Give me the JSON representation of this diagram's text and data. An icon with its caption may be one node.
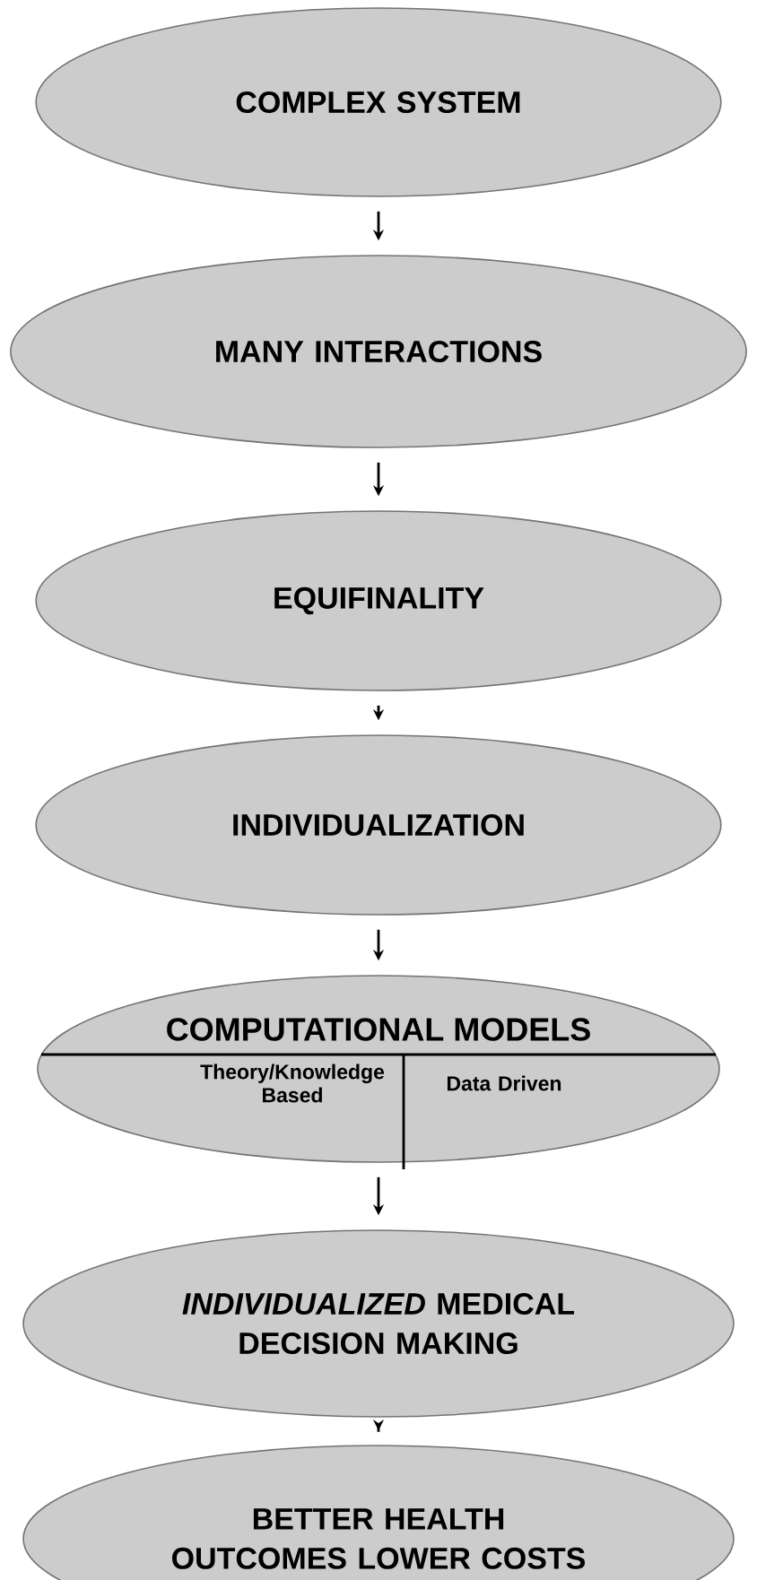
{
  "diagram": {
    "nodes": [
      {
        "text": [
          "COMPLEX SYSTEM"
        ]
      },
      {
        "text": [
          "MANY INTERACTIONS"
        ]
      },
      {
        "text": [
          "EQUIFINALITY"
        ]
      },
      {
        "text": [
          "INDIVIDUALIZATION"
        ]
      },
      {
        "text": [
          "COMPUTATIONAL MODELS",
          "Theory/Knowledge Based",
          "Data Driven"
        ]
      },
      {
        "text": [
          "*INDIVIDUALIZED* MEDICAL DECISION MAKING"
        ]
      },
      {
        "text": [
          "BETTER HEALTH OUTCOMES LOWER COSTS"
        ]
      }
    ],
    "edges": [
      {
        "from": 0,
        "to": 1,
        "arrow": "to"
      },
      {
        "from": 1,
        "to": 2,
        "arrow": "to"
      },
      {
        "from": 2,
        "to": 3,
        "arrow": "to"
      },
      {
        "from": 3,
        "to": 4,
        "arrow": "to"
      },
      {
        "from": 4,
        "to": 5,
        "arrow": "to"
      },
      {
        "from": 5,
        "to": 6,
        "arrow": "to"
      }
    ]
  }
}
